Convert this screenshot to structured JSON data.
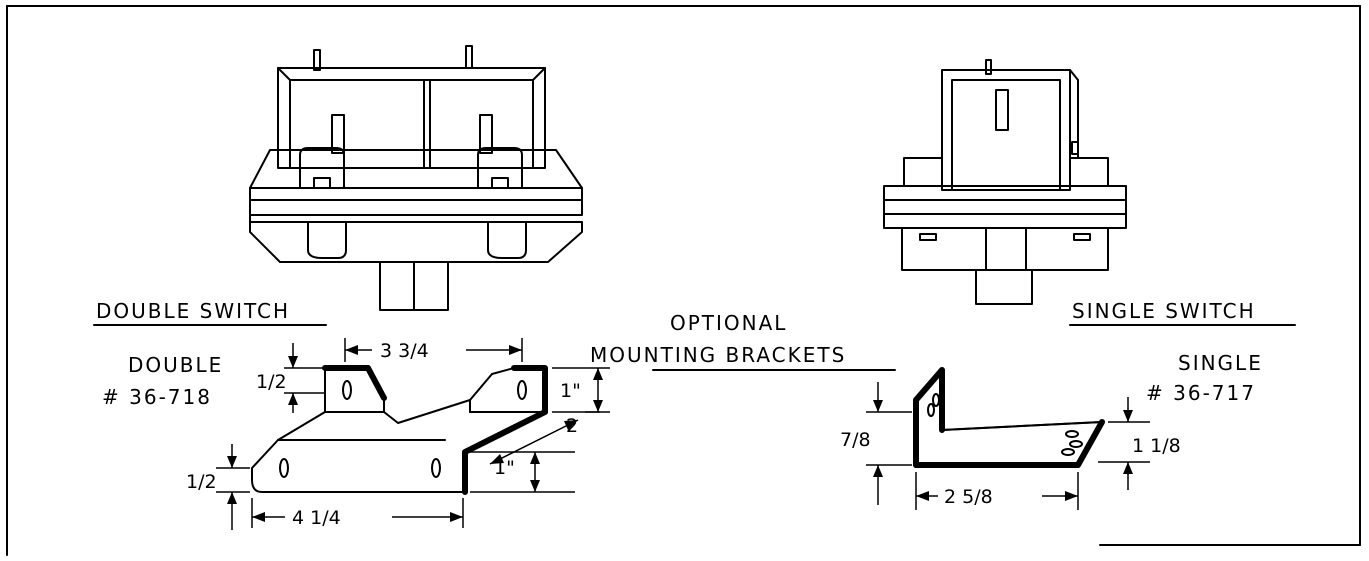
{
  "labels": {
    "double_switch": "DOUBLE SWITCH",
    "single_switch": "SINGLE SWITCH",
    "optional_line1": "OPTIONAL",
    "optional_line2": "MOUNTING BRACKETS",
    "double_bracket_line1": "DOUBLE",
    "double_bracket_line2": "# 36-718",
    "single_bracket_line1": "SINGLE",
    "single_bracket_line2": "# 36-717"
  },
  "dimensions": {
    "double_top_width": "3 3/4",
    "double_top_height": "1/2",
    "double_right_rise": "1\"",
    "double_slant": "2",
    "double_right_drop": "1\"",
    "double_left_height": "1/2",
    "double_bottom_width": "4 1/4",
    "single_height": "7/8",
    "single_depth": "1 1/8",
    "single_width": "2 5/8"
  }
}
